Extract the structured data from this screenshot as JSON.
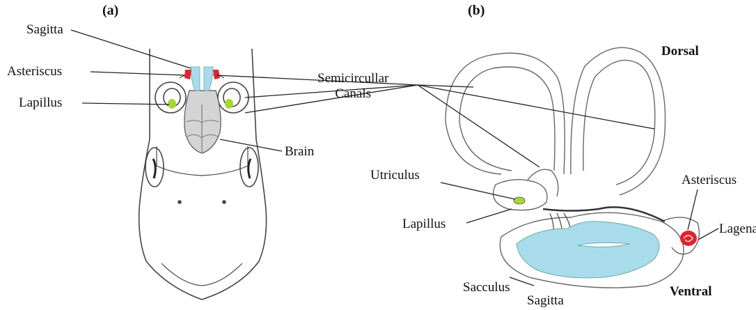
{
  "panels": {
    "a": "(a)",
    "b": "(b)"
  },
  "panel_a_labels": {
    "sagitta": "Sagitta",
    "asteriscus": "Asteriscus",
    "lapillus": "Lapillus",
    "semicircular_canals": "Semicircullar\nCanals",
    "brain": "Brain"
  },
  "panel_b_labels": {
    "dorsal": "Dorsal",
    "utriculus": "Utriculus",
    "lapillus": "Lapillus",
    "asteriscus": "Asteriscus",
    "lagena": "Lagena",
    "sacculus": "Sacculus",
    "sagitta": "Sagitta",
    "ventral": "Ventral"
  },
  "colors": {
    "sagitta": "#a9dcea",
    "asteriscus": "#e0242e",
    "lapillus": "#a6d833",
    "line": "#222222",
    "outline": "#555555"
  }
}
